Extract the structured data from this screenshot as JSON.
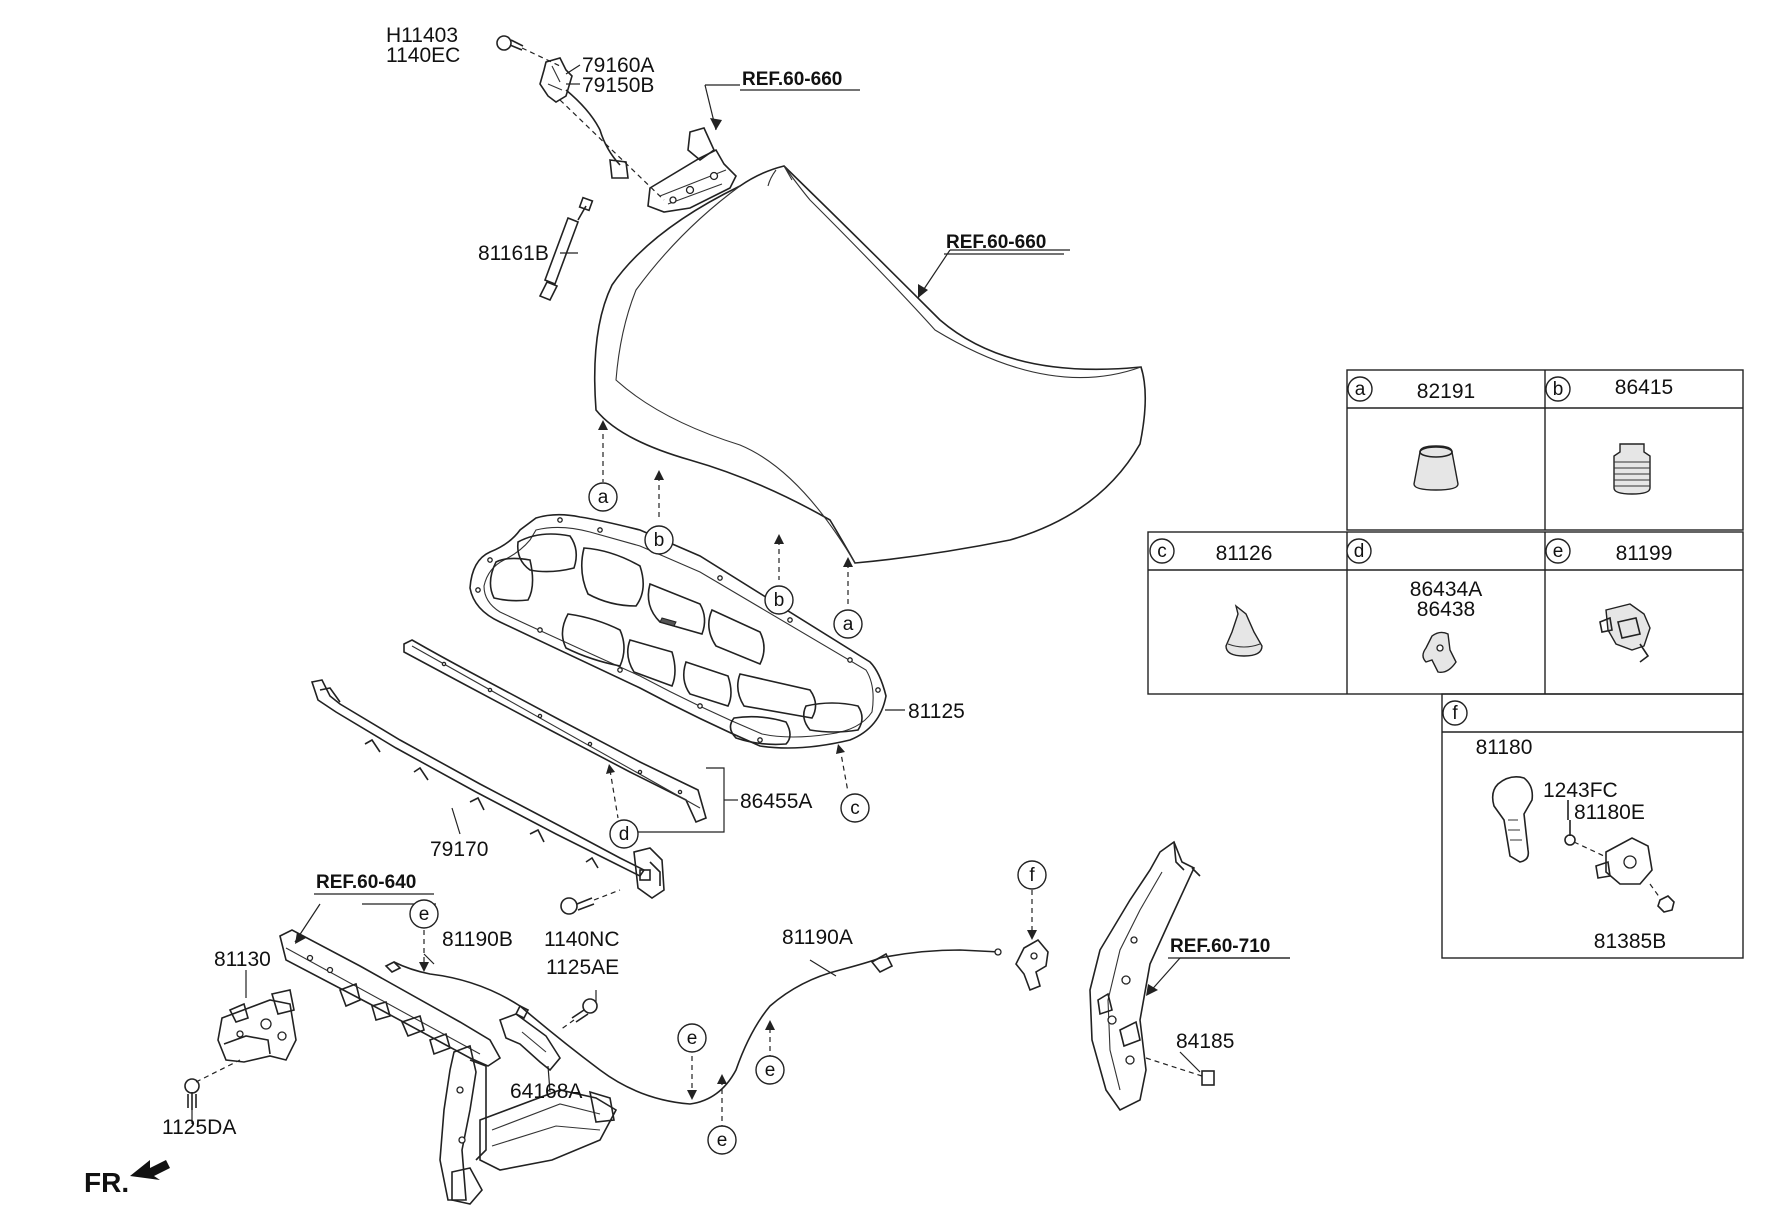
{
  "labels": {
    "h11403": "H11403",
    "p1140ec": "1140EC",
    "p79160a": "79160A",
    "p79150b": "79150B",
    "ref_hinge": "REF.60-660",
    "ref_hood": "REF.60-660",
    "p81161b": "81161B",
    "p81125": "81125",
    "p86455a": "86455A",
    "p79170": "79170",
    "p1140nc": "1140NC",
    "ref_radiator": "REF.60-640",
    "p81190b": "81190B",
    "p1125ae": "1125AE",
    "p81190a": "81190A",
    "p81130": "81130",
    "p64168a": "64168A",
    "p1125da": "1125DA",
    "ref_pillar": "REF.60-710",
    "p84185": "84185",
    "fr": "FR."
  },
  "callouts": {
    "a": "a",
    "b": "b",
    "c": "c",
    "d": "d",
    "e": "e",
    "f": "f"
  },
  "legend": {
    "cells": [
      {
        "letter": "a",
        "part": "82191"
      },
      {
        "letter": "b",
        "part": "86415"
      },
      {
        "letter": "c",
        "part": "81126"
      },
      {
        "letter": "d",
        "part": "86434A",
        "part2": "86438"
      },
      {
        "letter": "e",
        "part": "81199"
      }
    ],
    "f": {
      "letter": "f",
      "parts": [
        "81180",
        "1243FC",
        "81180E",
        "81385B"
      ]
    }
  },
  "icons": [
    "hood-latch-switch-icon",
    "hood-hinge-icon",
    "gas-lift-icon",
    "hood-panel-icon",
    "hood-insulator-icon",
    "weatherstrip-icon",
    "hood-seal-icon",
    "radiator-support-icon",
    "hood-latch-icon",
    "release-cable-icon",
    "release-handle-icon",
    "front-pillar-icon",
    "bolt-icon",
    "forward-arrow-icon"
  ]
}
